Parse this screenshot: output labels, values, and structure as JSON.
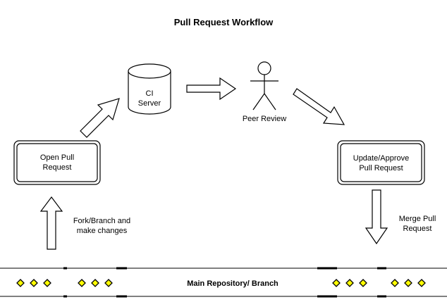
{
  "title": "Pull Request Workflow",
  "nodes": {
    "open_pr": "Open Pull\nRequest",
    "ci_server": "CI\nServer",
    "peer_review": "Peer Review",
    "update_approve": "Update/Approve\nPull Request"
  },
  "edges": {
    "fork_branch": "Fork/Branch and\nmake changes",
    "merge": "Merge Pull\nRequest"
  },
  "repository": {
    "label": "Main Repository/ Branch",
    "marker_color": "#ffff00"
  }
}
